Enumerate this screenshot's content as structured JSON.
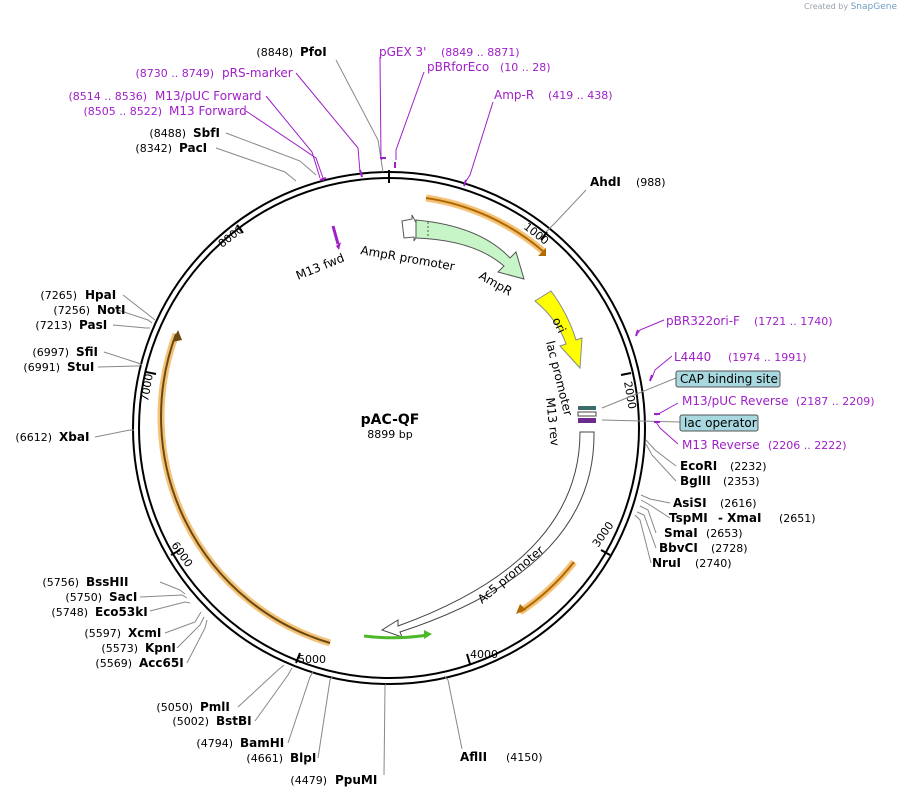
{
  "credit": {
    "prefix": "Created by",
    "brand": "SnapGene"
  },
  "plasmid": {
    "name": "pAC-QF",
    "length": "8899 bp"
  },
  "ticks": [
    "1000",
    "2000",
    "3000",
    "4000",
    "5000",
    "6000",
    "7000",
    "8000"
  ],
  "features": {
    "ampr_promoter": "AmpR promoter",
    "ampr": "AmpR",
    "ori": "ori",
    "lac_promoter": "lac promoter",
    "m13_rev": "M13 rev",
    "m13_fwd": "M13 fwd",
    "ac5_promoter": "Ac5 promoter"
  },
  "enzymes": [
    {
      "name": "PfoI",
      "pos": "(8848)"
    },
    {
      "name": "SbfI",
      "pos": "(8488)"
    },
    {
      "name": "PacI",
      "pos": "(8342)"
    },
    {
      "name": "AhdI",
      "pos": "(988)"
    },
    {
      "name": "HpaI",
      "pos": "(7265)"
    },
    {
      "name": "NotI",
      "pos": "(7256)"
    },
    {
      "name": "PasI",
      "pos": "(7213)"
    },
    {
      "name": "SfiI",
      "pos": "(6997)"
    },
    {
      "name": "StuI",
      "pos": "(6991)"
    },
    {
      "name": "XbaI",
      "pos": "(6612)"
    },
    {
      "name": "EcoRI",
      "pos": "(2232)"
    },
    {
      "name": "BglII",
      "pos": "(2353)"
    },
    {
      "name": "AsiSI",
      "pos": "(2616)"
    },
    {
      "name": "TspMI",
      "pos": "(2651)",
      "alt": "- XmaI"
    },
    {
      "name": "SmaI",
      "pos": "(2653)"
    },
    {
      "name": "BbvCI",
      "pos": "(2728)"
    },
    {
      "name": "NruI",
      "pos": "(2740)"
    },
    {
      "name": "BssHII",
      "pos": "(5756)"
    },
    {
      "name": "SacI",
      "pos": "(5750)"
    },
    {
      "name": "Eco53kI",
      "pos": "(5748)"
    },
    {
      "name": "XcmI",
      "pos": "(5597)"
    },
    {
      "name": "KpnI",
      "pos": "(5573)"
    },
    {
      "name": "Acc65I",
      "pos": "(5569)"
    },
    {
      "name": "PmlI",
      "pos": "(5050)"
    },
    {
      "name": "BstBI",
      "pos": "(5002)"
    },
    {
      "name": "BamHI",
      "pos": "(4794)"
    },
    {
      "name": "BlpI",
      "pos": "(4661)"
    },
    {
      "name": "PpuMI",
      "pos": "(4479)"
    },
    {
      "name": "AflII",
      "pos": "(4150)"
    }
  ],
  "primers": [
    {
      "name": "pGEX 3'",
      "pos": "(8849 .. 8871)"
    },
    {
      "name": "pBRforEco",
      "pos": "(10 .. 28)"
    },
    {
      "name": "pRS-marker",
      "pos": "(8730 .. 8749)"
    },
    {
      "name": "Amp-R",
      "pos": "(419 .. 438)"
    },
    {
      "name": "M13/pUC Forward",
      "pos": "(8514 .. 8536)"
    },
    {
      "name": "M13 Forward",
      "pos": "(8505 .. 8522)"
    },
    {
      "name": "pBR322ori-F",
      "pos": "(1721 .. 1740)"
    },
    {
      "name": "L4440",
      "pos": "(1974 .. 1991)"
    },
    {
      "name": "M13/pUC Reverse",
      "pos": "(2187 .. 2209)"
    },
    {
      "name": "M13 Reverse",
      "pos": "(2206 .. 2222)"
    }
  ],
  "boxed": {
    "cap": "CAP binding site",
    "lac_operator": "lac operator"
  },
  "colors": {
    "ampr_promoter": "#ffffff",
    "ampr": "#c8f5c8",
    "ori": "#ffff00",
    "orange_highlight": "#f5c27a",
    "orange_core": "#e8941a",
    "primer": "#a020c8",
    "box_fill": "#a8d8e0",
    "green_arrow": "#4cb82a"
  }
}
